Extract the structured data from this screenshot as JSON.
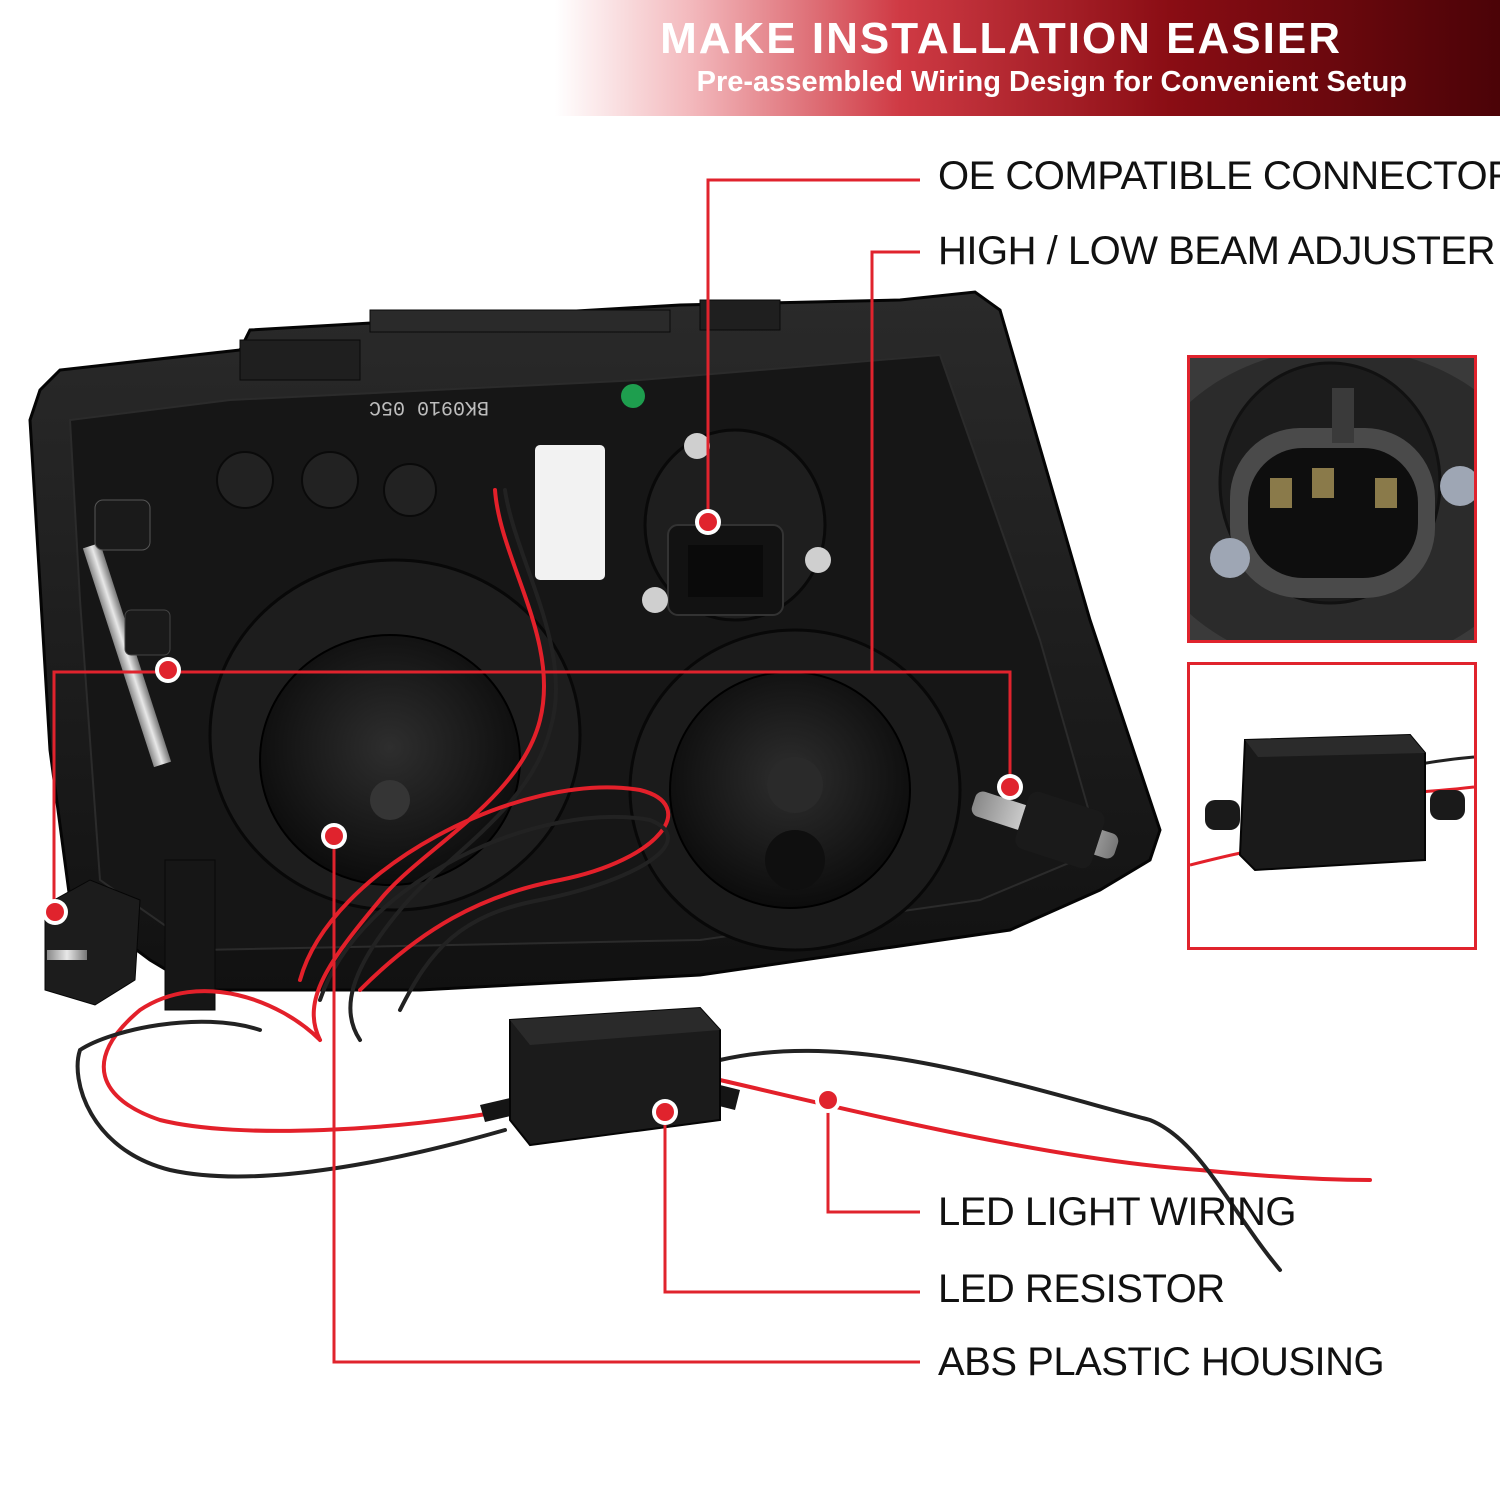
{
  "banner": {
    "title": "MAKE INSTALLATION EASIER",
    "subtitle": "Pre-assembled Wiring Design for Convenient Setup"
  },
  "callouts": [
    {
      "label": "OE COMPATIBLE CONNECTORS"
    },
    {
      "label": "HIGH / LOW BEAM ADJUSTER"
    },
    {
      "label": "LED LIGHT WIRING"
    },
    {
      "label": "LED RESISTOR"
    },
    {
      "label": "ABS PLASTIC HOUSING"
    }
  ],
  "product": {
    "housing_marking": "BK0910 05C"
  },
  "colors": {
    "accent": "#e0232d",
    "housing": "#1a1a1a",
    "wire_red": "#e3202a",
    "wire_black": "#222222"
  }
}
